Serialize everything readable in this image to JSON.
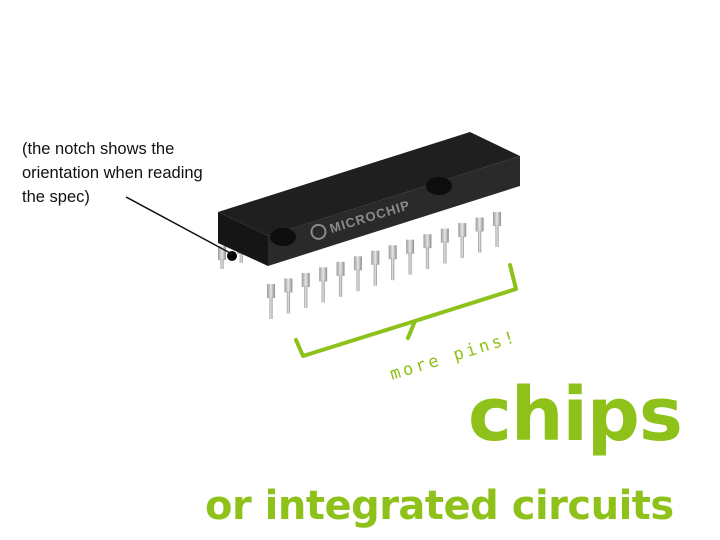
{
  "annotation": {
    "line1": "(the notch shows the",
    "line2": "orientation when reading",
    "line3": "the spec)"
  },
  "chip": {
    "brand": "MICROCHIP",
    "pins_per_side": 14,
    "bracket_label": "more pins!"
  },
  "title": {
    "main": "chips",
    "subtitle": "or integrated circuits"
  },
  "colors": {
    "accent": "#8ec21a",
    "chip_body": "#1e1e1e",
    "pins": "#c4c4c4"
  }
}
